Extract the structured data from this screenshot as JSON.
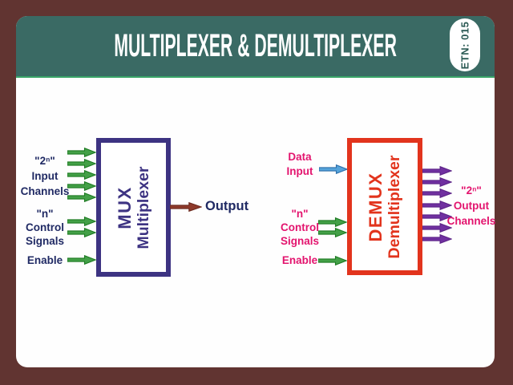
{
  "colors": {
    "frame_bg": "#613431",
    "card_bg": "#FEFEFE",
    "header_bg": "#3A6A64",
    "header_underline": "#3AA569",
    "badge_text": "#2B5A54",
    "navy": "#202A64",
    "pink": "#E3146E",
    "mux_purple": "#3D3382",
    "demux_red": "#E2341D",
    "green_fill": "#43A047",
    "green_stroke": "#1D7A22",
    "blue_fill": "#55A3DA",
    "blue_stroke": "#2B6EA9",
    "violet_fill": "#7030A0",
    "violet_stroke": "#5C2387",
    "maroon_fill": "#8E3A2B",
    "maroon_stroke": "#6C2A1F"
  },
  "header": {
    "title": "MULTIPLEXER & DEMULTIPLEXER",
    "badge": "ETN: 015"
  },
  "mux": {
    "name": "MUX",
    "subtitle": "Multiplexer",
    "input_label": [
      "\"2ⁿ\"",
      "Input",
      "Channels"
    ],
    "control_label": [
      "\"n\"",
      "Control",
      "Signals"
    ],
    "enable_label": "Enable",
    "output_label": "Output",
    "arrows": {
      "inputs": {
        "count": 5,
        "fill": "#43A047",
        "stroke": "#1D7A22",
        "w": 36
      },
      "controls": {
        "count": 2,
        "fill": "#43A047",
        "stroke": "#1D7A22",
        "w": 36
      },
      "enable": {
        "count": 1,
        "fill": "#43A047",
        "stroke": "#1D7A22",
        "w": 36
      },
      "output": {
        "count": 1,
        "fill": "#8E3A2B",
        "stroke": "#6C2A1F",
        "w": 40
      }
    }
  },
  "demux": {
    "name": "DEMUX",
    "subtitle": "Demultiplexer",
    "data_label": [
      "Data",
      "Input"
    ],
    "control_label": [
      "\"n\"",
      "Control",
      "Signals"
    ],
    "enable_label": "Enable",
    "output_label": [
      "\"2ⁿ\"",
      "Output",
      "Channels"
    ],
    "arrows": {
      "data": {
        "count": 1,
        "fill": "#55A3DA",
        "stroke": "#2B6EA9",
        "w": 36
      },
      "controls": {
        "count": 2,
        "fill": "#43A047",
        "stroke": "#1D7A22",
        "w": 36
      },
      "enable": {
        "count": 1,
        "fill": "#43A047",
        "stroke": "#1D7A22",
        "w": 36
      },
      "outputs": {
        "count": 7,
        "fill": "#7030A0",
        "stroke": "#5C2387",
        "w": 37
      }
    }
  }
}
